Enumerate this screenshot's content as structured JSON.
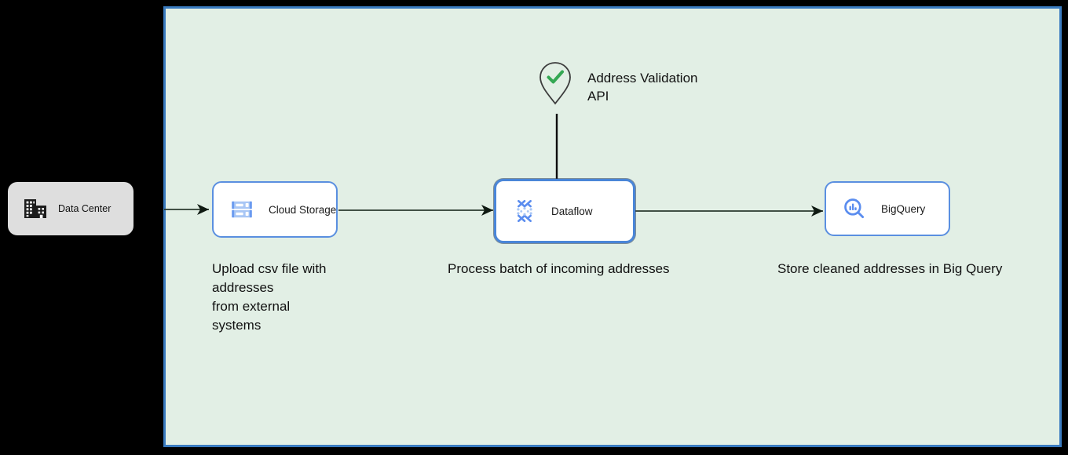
{
  "diagram": {
    "zone": {
      "name": "cloud-zone",
      "fill": "#E2EFE5",
      "border_color": "#3A7BC0"
    },
    "nodes": [
      {
        "id": "data-center",
        "label": "Data Center",
        "icon": "building-icon",
        "fill": "#DEDEDE",
        "selected": false
      },
      {
        "id": "cloud-storage",
        "label": "Cloud Storage",
        "icon": "cloud-storage-icon",
        "fill": "#FFFFFF",
        "border_color": "#5A8FE0",
        "selected": false
      },
      {
        "id": "dataflow",
        "label": "Dataflow",
        "icon": "dataflow-icon",
        "fill": "#FFFFFF",
        "border_color": "#4A86D8",
        "selected": true
      },
      {
        "id": "bigquery",
        "label": "BigQuery",
        "icon": "bigquery-icon",
        "fill": "#FFFFFF",
        "border_color": "#5A8FE0",
        "selected": false
      },
      {
        "id": "address-validation-api",
        "label": "Address Validation\nAPI",
        "icon": "map-pin-check-icon",
        "icon_accent": "#34A853",
        "selected": false
      }
    ],
    "captions": [
      {
        "id": "caption-upload",
        "text": "Upload csv file with\naddresses\nfrom external\nsystems"
      },
      {
        "id": "caption-process",
        "text": "Process batch of incoming addresses"
      },
      {
        "id": "caption-store",
        "text": "Store cleaned addresses in Big Query"
      }
    ],
    "edges": [
      {
        "id": "edge-datacenter-to-storage",
        "from": "data-center",
        "to": "cloud-storage",
        "arrow": true
      },
      {
        "id": "edge-storage-to-dataflow",
        "from": "cloud-storage",
        "to": "dataflow",
        "arrow": true
      },
      {
        "id": "edge-dataflow-to-bigquery",
        "from": "dataflow",
        "to": "bigquery",
        "arrow": true
      },
      {
        "id": "edge-api-to-dataflow",
        "from": "address-validation-api",
        "to": "dataflow",
        "arrow": false
      }
    ]
  }
}
